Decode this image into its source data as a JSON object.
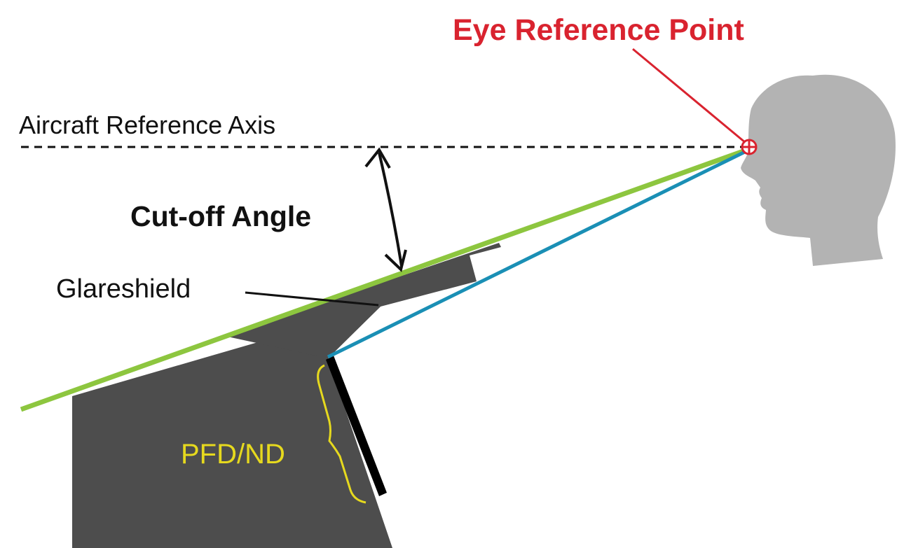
{
  "labels": {
    "eye_reference_point": "Eye Reference Point",
    "aircraft_reference_axis": "Aircraft Reference Axis",
    "cutoff_angle": "Cut-off Angle",
    "glareshield": "Glareshield",
    "pfd_nd": "PFD/ND"
  },
  "colors": {
    "eye_reference": "#d9232f",
    "sight_line_glareshield": "#8dc63f",
    "sight_line_display": "#1a8fb5",
    "panel": "#4d4d4d",
    "head": "#b3b3b3",
    "display_bracket": "#e6d91e",
    "text": "#111111"
  },
  "icons": {
    "head": "human-head-silhouette",
    "eye_marker": "crosshair-circle"
  }
}
